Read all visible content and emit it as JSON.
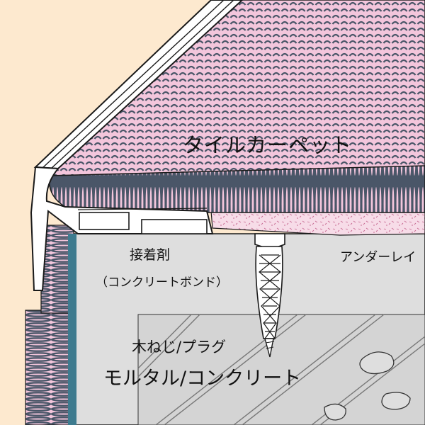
{
  "labels": {
    "tile_carpet": "タイルカーペット",
    "adhesive": "接着剤",
    "adhesive_sub": "（コンクリートボンド）",
    "underlay": "アンダーレイ",
    "screw_plug": "木ねじ/プラグ",
    "mortar_concrete": "モルタル/コンクリート"
  },
  "colors": {
    "background": "#fde9cf",
    "carpet_pink": "#f3c6dc",
    "pile_dark": "#4a5668",
    "backing_teal": "#3e7b8f",
    "concrete": "#dedede",
    "underlay": "#f7dce8",
    "profile": "#ffffff",
    "outline": "#1a1a1a"
  },
  "icons": {
    "wall_plug": "wall-plug-icon",
    "aggregate_stone": "aggregate-stone-icon"
  }
}
